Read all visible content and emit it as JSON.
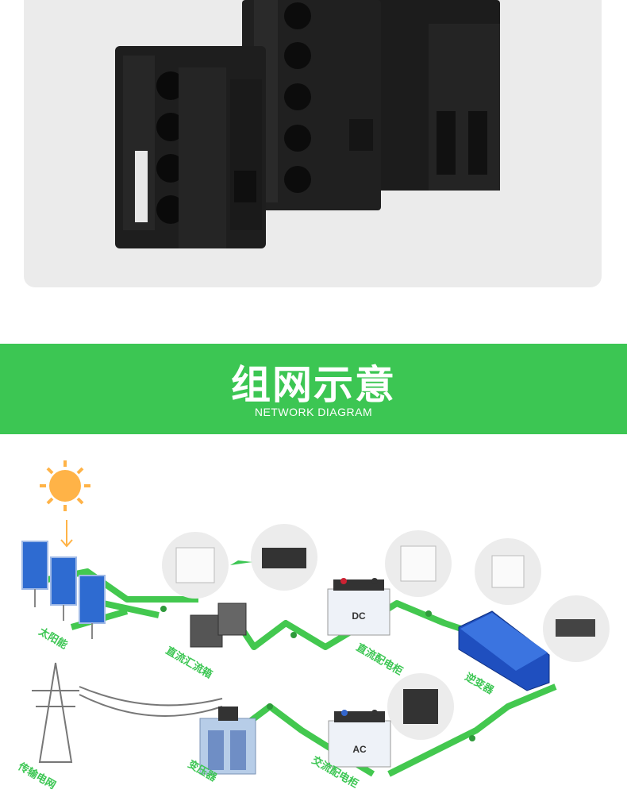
{
  "banner": {
    "title": "组网示意",
    "subtitle": "NETWORK DIAGRAM"
  },
  "diagram": {
    "labels": {
      "solar": "太阳能",
      "combiner": "直流汇流箱",
      "dc_cabinet": "直流配电柜",
      "inverter": "逆变器",
      "tower": "传输电网",
      "transformer": "变压器",
      "ac_cabinet": "交流配电柜"
    },
    "battery_dc": "DC",
    "battery_ac": "AC"
  },
  "colors": {
    "accent": "#3cc653",
    "panel": "#ebebeb",
    "line": "#43c84f"
  }
}
